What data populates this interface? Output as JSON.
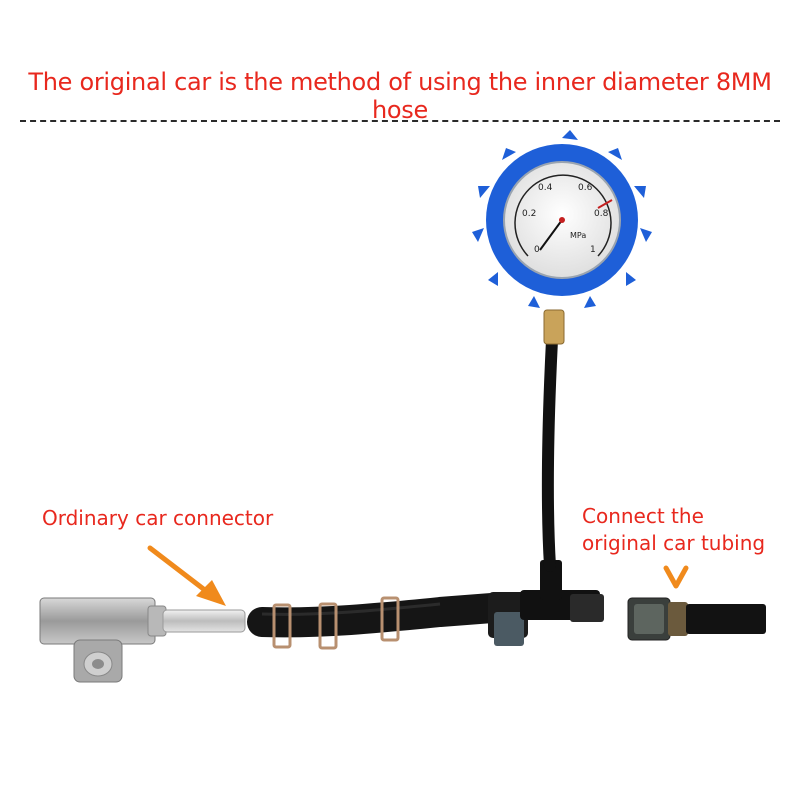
{
  "headline": "The original car is the method of using the inner diameter 8MM hose",
  "labels": {
    "left": "Ordinary car connector",
    "right_line1": "Connect the",
    "right_line2": "original car tubing"
  },
  "gauge": {
    "ticks": [
      "0",
      "0.2",
      "0.4",
      "0.6",
      "0.8",
      "1"
    ],
    "unit": "MPa"
  },
  "colors": {
    "accent_red": "#e8281e",
    "arrow_orange": "#f08a1c",
    "gauge_blue": "#1e5fd8"
  }
}
